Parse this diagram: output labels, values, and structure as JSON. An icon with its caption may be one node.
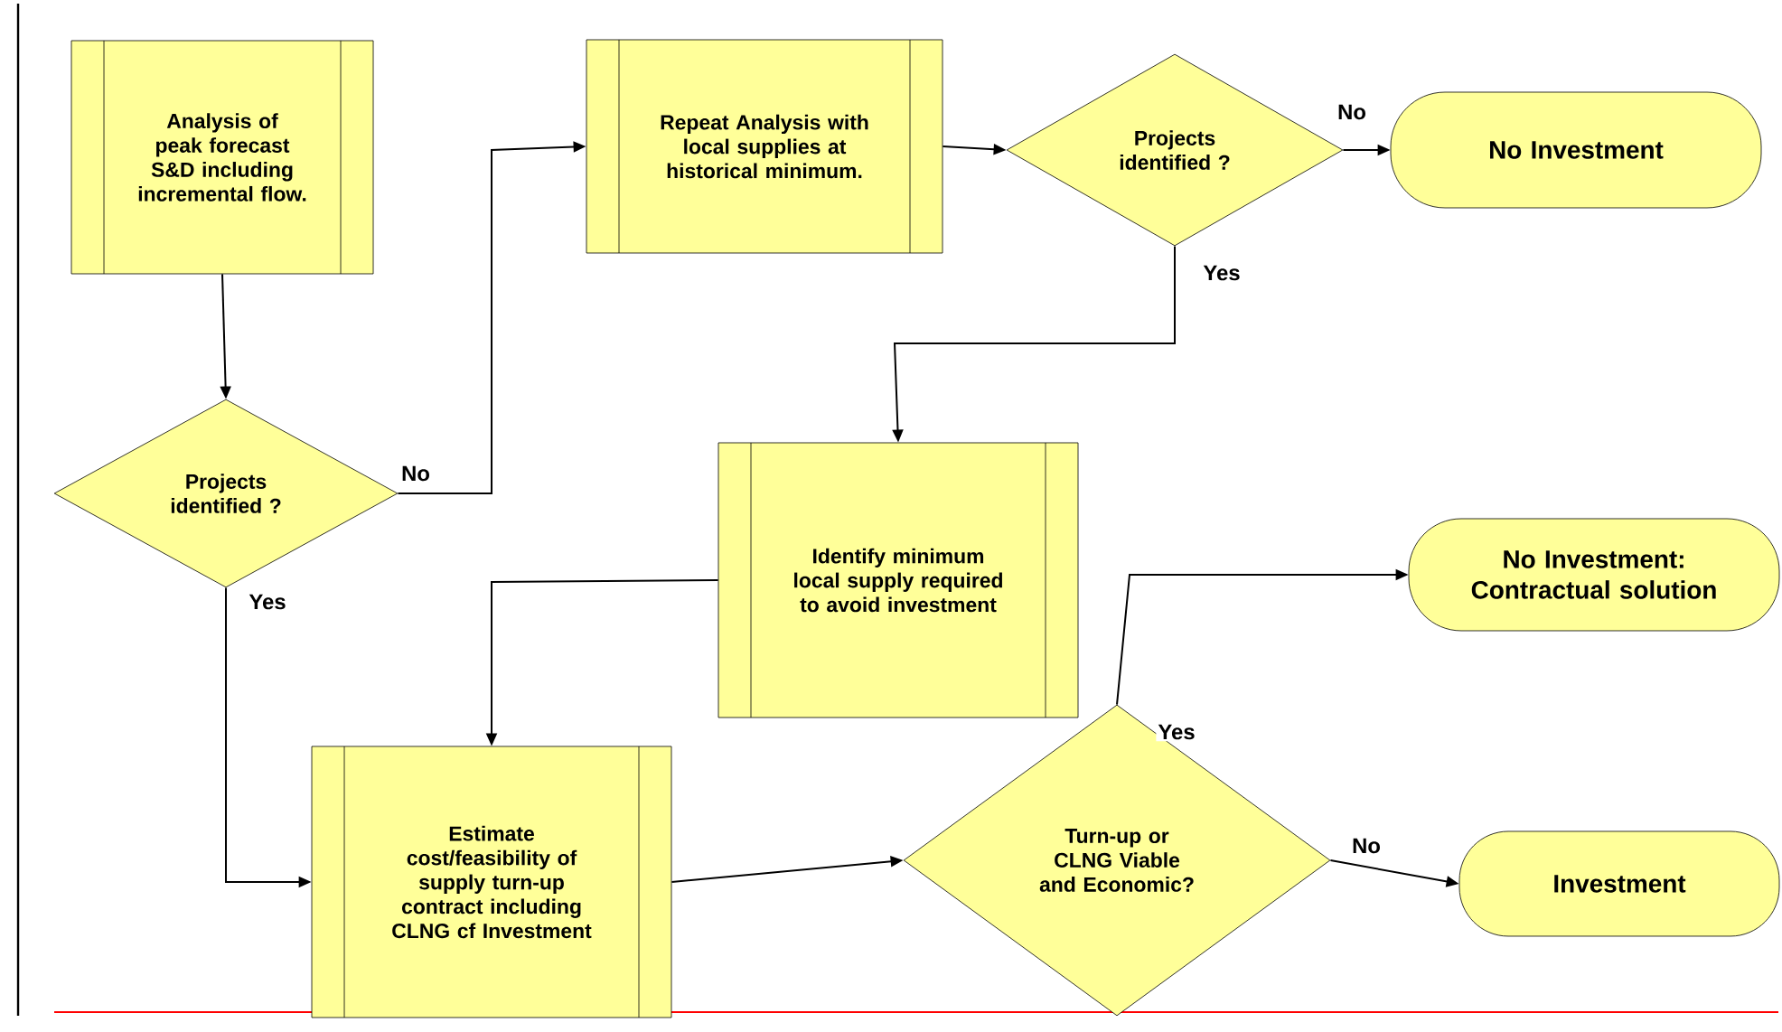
{
  "diagram": {
    "nodes": [
      {
        "text": [
          "Analysis of peak forecast S&D including incremental flow."
        ]
      },
      {
        "text": [
          "Projects identified ?"
        ]
      },
      {
        "text": [
          "Repeat Analysis with local supplies at historical minimum."
        ]
      },
      {
        "text": [
          "Projects identified ?"
        ]
      },
      {
        "text": [
          "No Investment"
        ]
      },
      {
        "text": [
          "Identify minimum local supply required to avoid investment"
        ]
      },
      {
        "text": [
          "Estimate cost/feasibility of supply turn-up contract including CLNG cf Investment"
        ]
      },
      {
        "text": [
          "Turn-up or CLNG Viable and Economic?"
        ]
      },
      {
        "text": [
          "No Investment: Contractual solution"
        ]
      },
      {
        "text": [
          "Investment"
        ]
      }
    ],
    "edges": [
      {
        "from": 0,
        "to": 1,
        "arrow": "to"
      },
      {
        "from": 1,
        "to": 2,
        "arrow": "to",
        "label": "No"
      },
      {
        "from": 2,
        "to": 3,
        "arrow": "to"
      },
      {
        "from": 3,
        "to": 4,
        "arrow": "to",
        "label": "No"
      },
      {
        "from": 3,
        "to": 5,
        "arrow": "to",
        "label": "Yes"
      },
      {
        "from": 5,
        "to": 6,
        "arrow": "to"
      },
      {
        "from": 1,
        "to": 6,
        "arrow": "to",
        "label": "Yes"
      },
      {
        "from": 6,
        "to": 7,
        "arrow": "to"
      },
      {
        "from": 7,
        "to": 8,
        "arrow": "to",
        "label": "Yes"
      },
      {
        "from": 7,
        "to": 9,
        "arrow": "to",
        "label": "No"
      }
    ]
  }
}
